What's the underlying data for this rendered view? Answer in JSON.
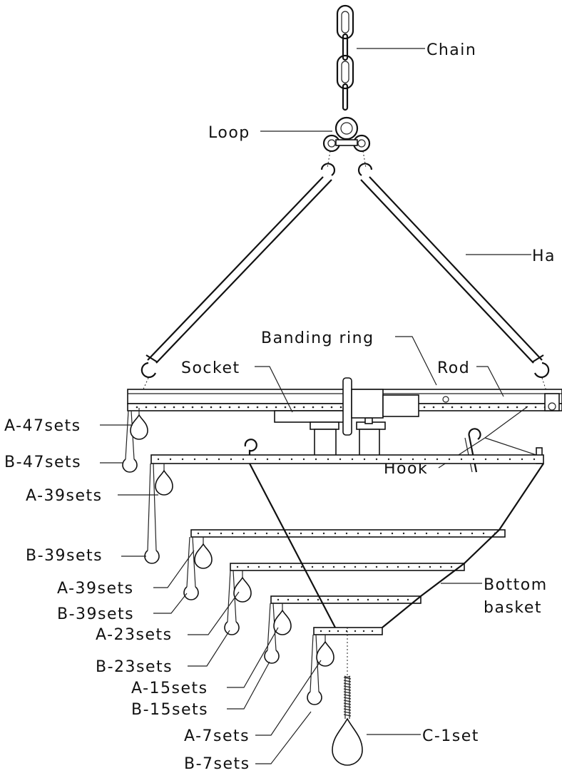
{
  "diagram": {
    "labels": {
      "chain": "Chain",
      "loop": "Loop",
      "hanger": "Ha",
      "banding_ring": "Banding ring",
      "socket": "Socket",
      "rod": "Rod",
      "hook": "Hook",
      "bottom_basket_line1": "Bottom",
      "bottom_basket_line2": "basket",
      "a47": "A-47sets",
      "b47": "B-47sets",
      "a39_1": "A-39sets",
      "b39_1": "B-39sets",
      "a39_2": "A-39sets",
      "b39_2": "B-39sets",
      "a23": "A-23sets",
      "b23": "B-23sets",
      "a15": "A-15sets",
      "b15": "B-15sets",
      "a7": "A-7sets",
      "b7": "B-7sets",
      "c1": "C-1set"
    }
  }
}
